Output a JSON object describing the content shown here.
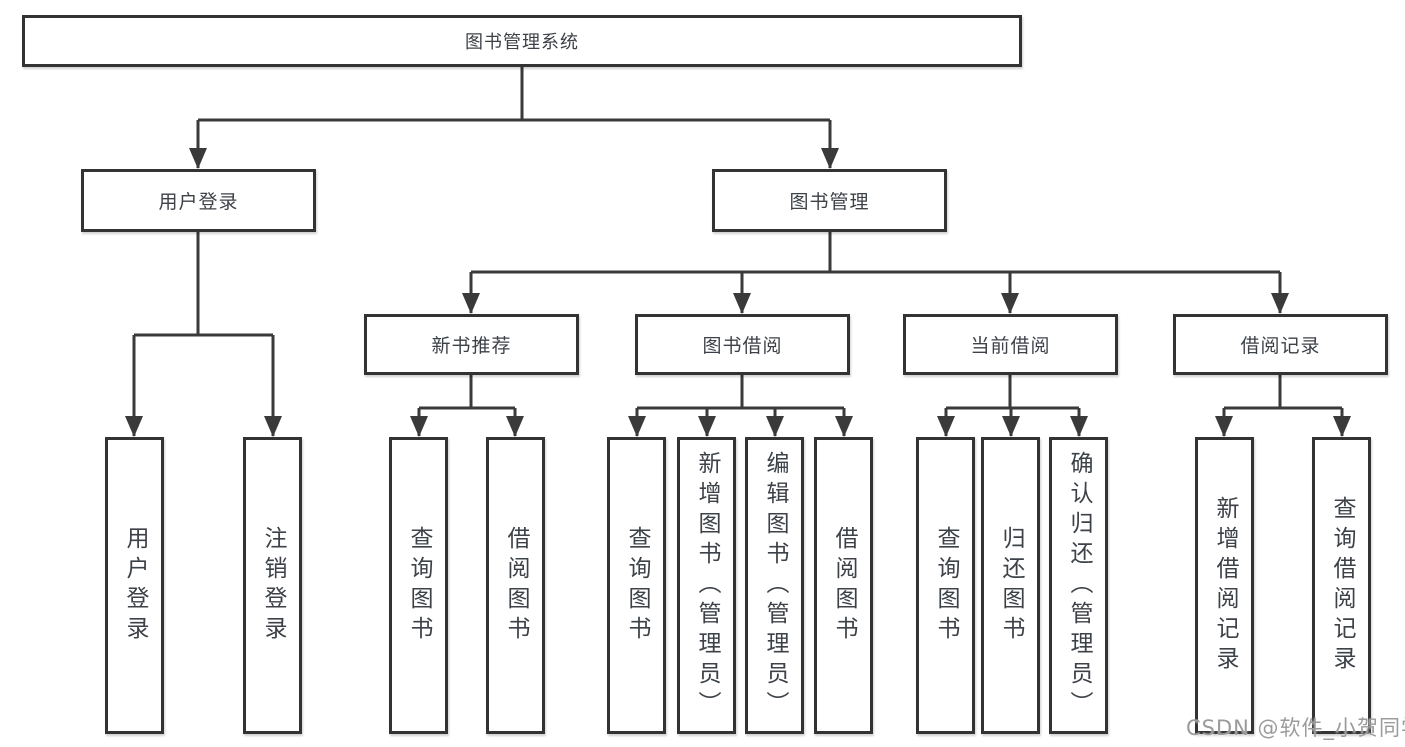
{
  "tree": {
    "root": "图书管理系统",
    "branches": [
      {
        "label": "用户登录",
        "children": [
          "用户登录",
          "注销登录"
        ]
      },
      {
        "label": "图书管理",
        "groups": [
          {
            "label": "新书推荐",
            "children": [
              "查询图书",
              "借阅图书"
            ]
          },
          {
            "label": "图书借阅",
            "children": [
              "查询图书",
              "新增图书（管理员）",
              "编辑图书（管理员）",
              "借阅图书"
            ]
          },
          {
            "label": "当前借阅",
            "children": [
              "查询图书",
              "归还图书",
              "确认归还（管理员）"
            ]
          },
          {
            "label": "借阅记录",
            "children": [
              "新增借阅记录",
              "查询借阅记录"
            ]
          }
        ]
      }
    ]
  },
  "watermark": {
    "text": "CSDN @软件_小贺同学"
  },
  "colors": {
    "line": "#3a3a3a",
    "border": "#333333",
    "text": "#3d4248",
    "background": "#ffffff",
    "watermark": "#9b9b9b"
  }
}
